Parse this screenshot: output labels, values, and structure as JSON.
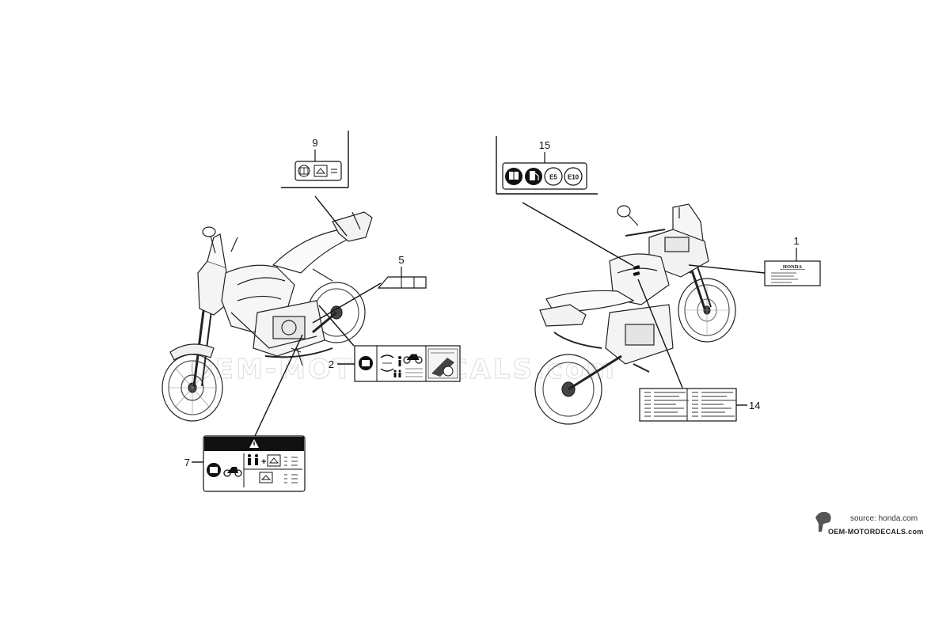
{
  "callouts": {
    "c1": "1",
    "c2": "2",
    "c5": "5",
    "c7": "7",
    "c9": "9",
    "c14": "14",
    "c15": "15"
  },
  "label_1": {
    "brand_text": "HONDA"
  },
  "label_15": {
    "badge_e5": "E5",
    "badge_e10": "E10"
  },
  "watermark": {
    "text": "OEM-MOTORDECALS.com"
  },
  "source": {
    "line1": "source: honda.com",
    "line2": "OEM-MOTORDECALS.com"
  },
  "colors": {
    "line": "#111111",
    "watermark": "#d2d2d2",
    "label_bg": "#ffffff",
    "dark_badge": "#111111"
  },
  "icons": [
    "motorcycle-left-view",
    "motorcycle-right-view",
    "manual-book-icon",
    "fuel-pump-icon",
    "warning-triangle-icon",
    "rider-icon",
    "luggage-icon"
  ]
}
